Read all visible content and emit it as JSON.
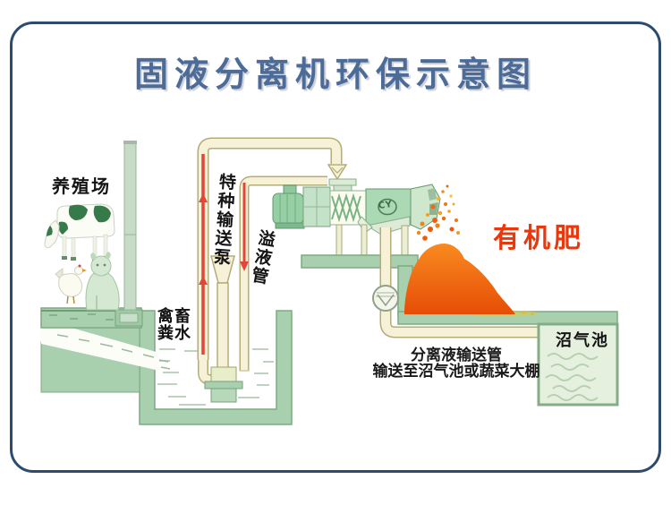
{
  "title": "固液分离机环保示意图",
  "labels": {
    "farm": "养殖场",
    "manure_water": "禽畜粪水",
    "feed_pump": "特种输送泵",
    "overflow_pipe": "溢液管",
    "organic_fertilizer": "有机肥",
    "biogas_pool": "沼气池",
    "caption_line1": "分离液输送管",
    "caption_line2": "输送至沼气池或蔬菜大棚"
  },
  "machine": {
    "logo": "CY"
  },
  "colors": {
    "title_blue": "#4c6b97",
    "frame_blue": "#2d4b6e",
    "fertilizer_red": "#e8380d",
    "pile_orange": "#ee5f0e",
    "structure_green": "#a8cfae",
    "pipe_cream": "#f6f1d7",
    "flow_red": "#e2463a"
  }
}
